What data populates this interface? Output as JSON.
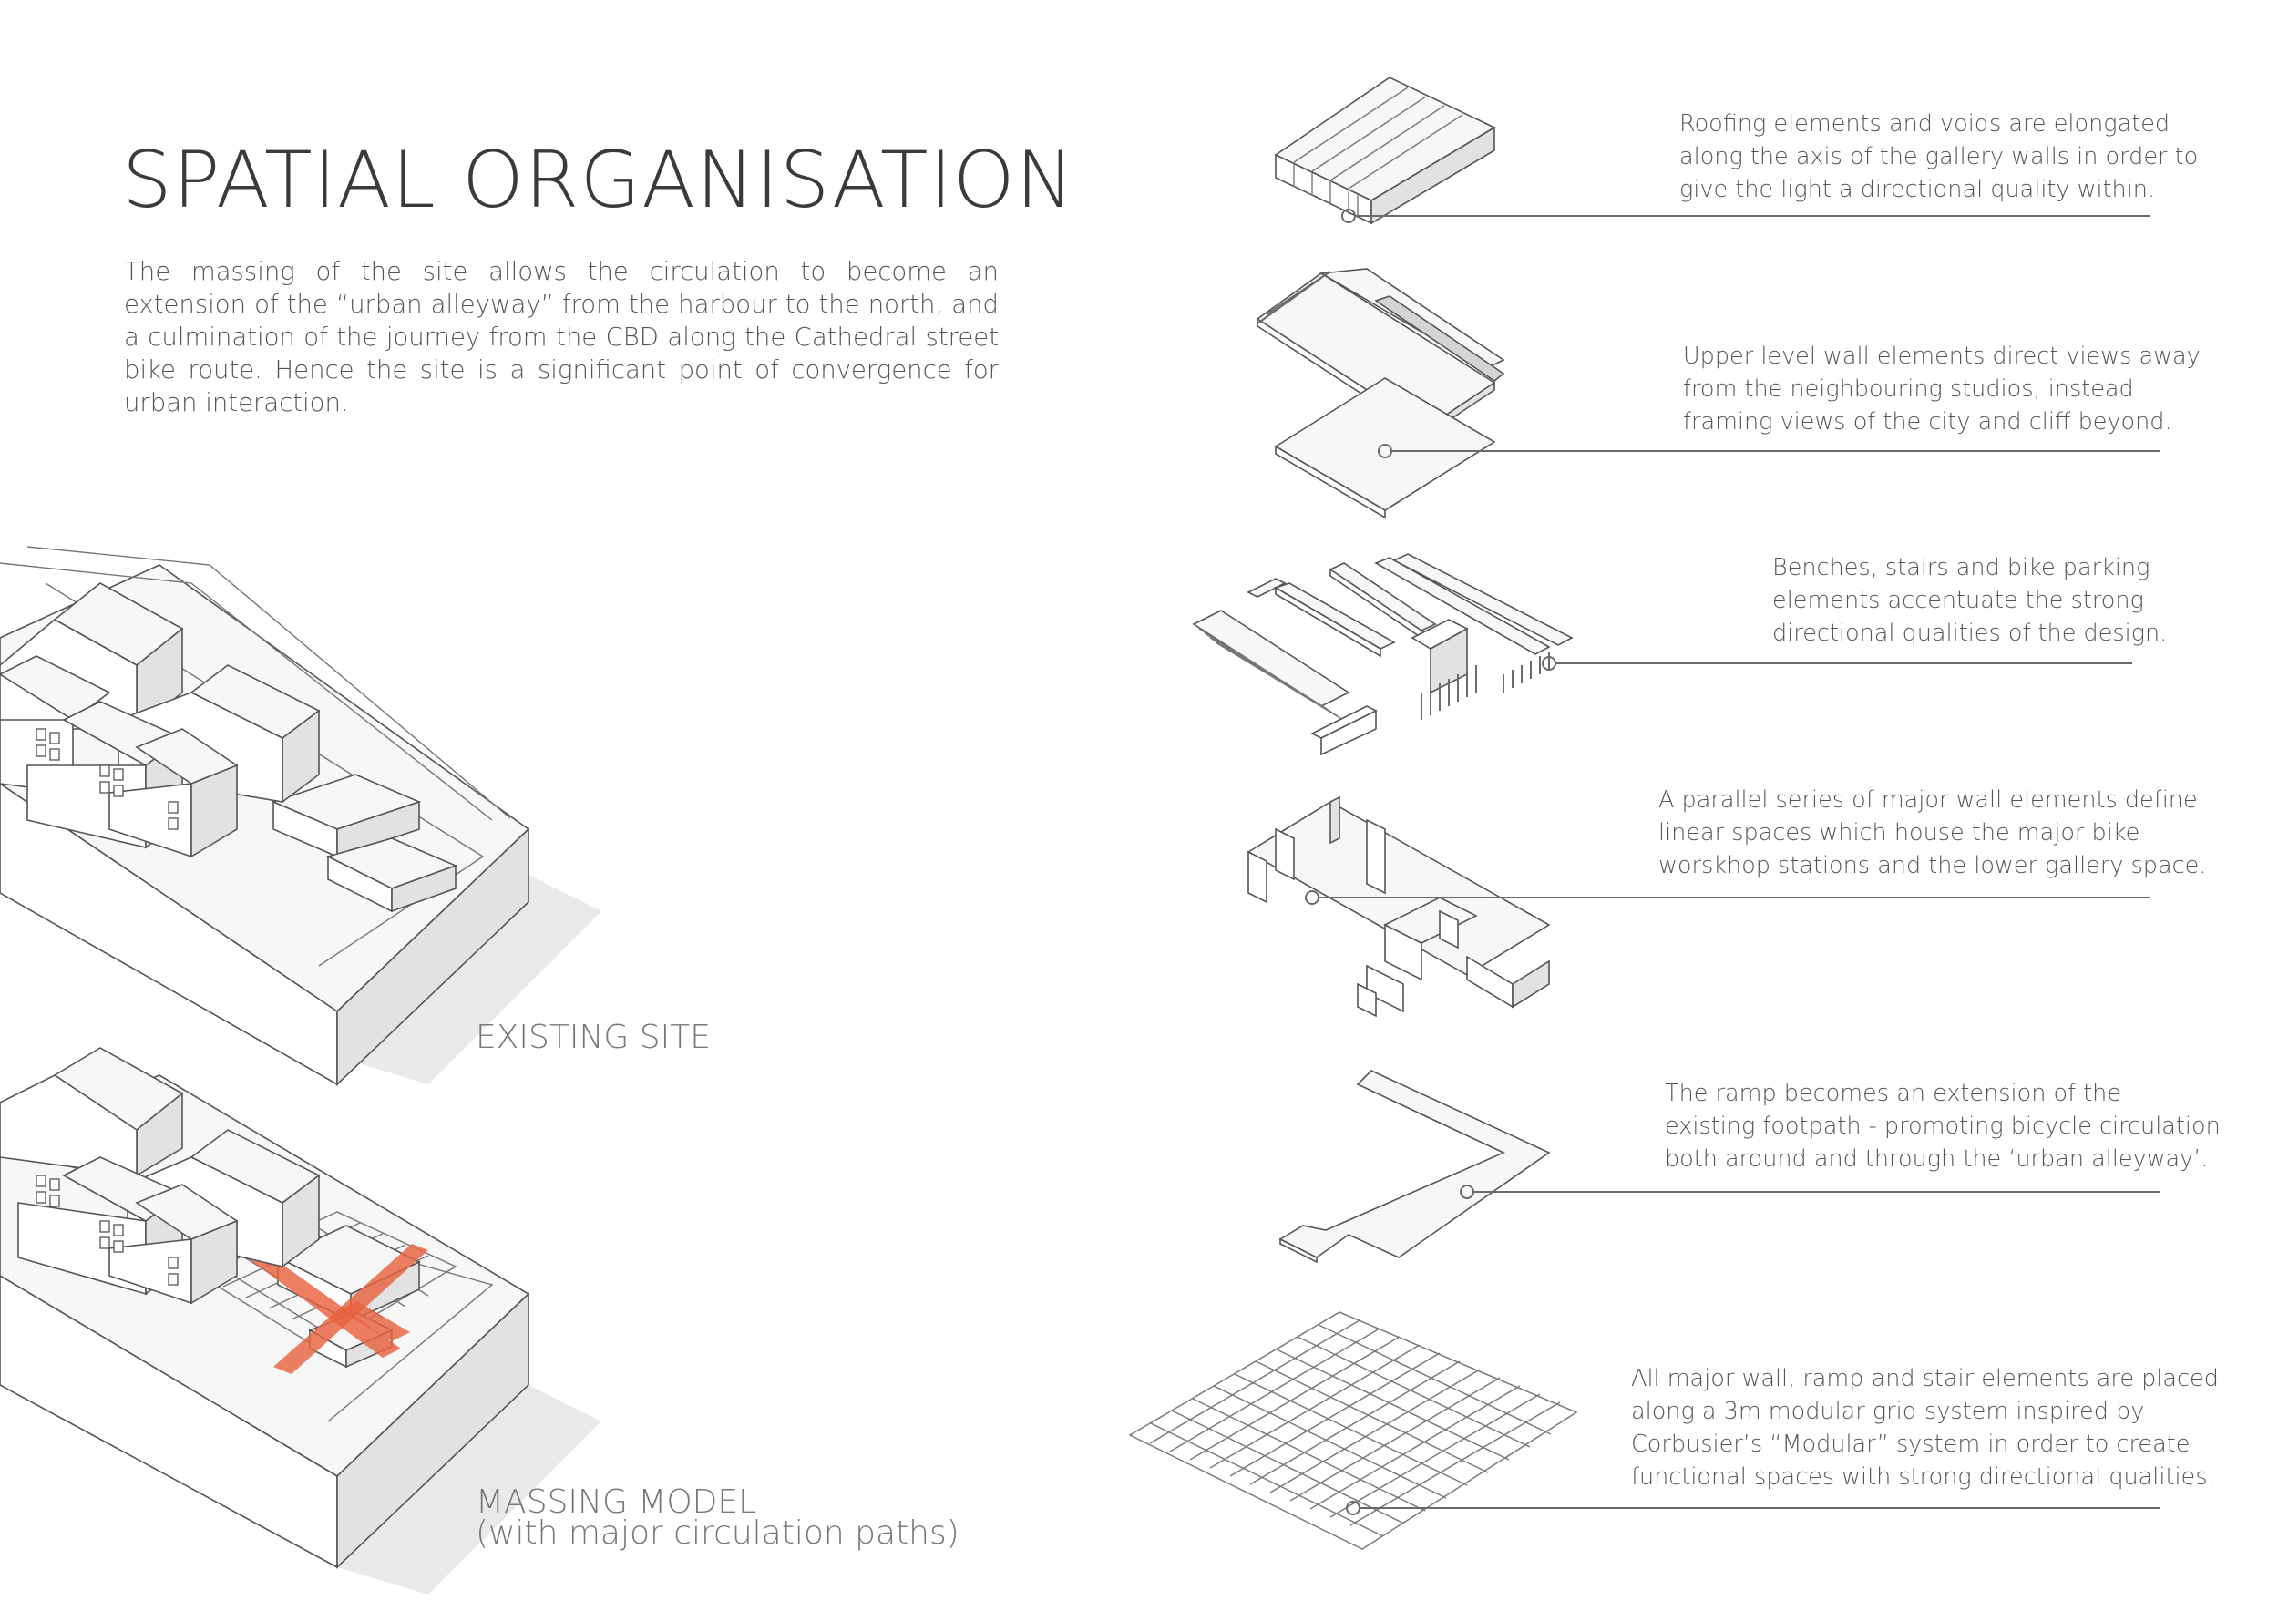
{
  "title": "SPATIAL ORGANISATION",
  "intro": "The massing of the site allows the circulation to become an extension of the “urban alleyway” from the harbour to the north, and a culmination of the journey from the CBD along the Cathedral street bike route. Hence the site is a significant point of convergence for urban interaction.",
  "captions": {
    "existing": "EXISTING SITE",
    "massing_line1": "MASSING MODEL",
    "massing_line2": "(with major circulation paths)"
  },
  "notes": [
    {
      "line1": "Roofing elements and voids are elongated",
      "line2": "along the axis of the gallery walls in order to",
      "line3": "give the light a directional quality within."
    },
    {
      "line1": "Upper level wall elements direct views away",
      "line2": "from the neighbouring studios, instead",
      "line3": "framing views of the city and cliff beyond."
    },
    {
      "line1": "Benches, stairs and bike parking",
      "line2": "elements accentuate the strong",
      "line3": "directional qualities of the design."
    },
    {
      "line1": "A parallel series of major wall elements define",
      "line2": "linear spaces which house the major bike",
      "line3": "worskhop stations and the lower gallery space."
    },
    {
      "line1": "The ramp becomes an extension of the",
      "line2": "existing footpath - promoting bicycle circulation",
      "line3": "both around and through the ‘urban alleyway’."
    },
    {
      "line1": "All major wall, ramp and stair elements are placed",
      "line2": "along a 3m modular grid system inspired by",
      "line3": "Corbusier’s “Modular” system in order to create",
      "line4": "functional spaces with strong directional qualities."
    }
  ],
  "colors": {
    "circulation": "#e8613f",
    "text": "#555555",
    "leader": "#6a6a6a"
  }
}
